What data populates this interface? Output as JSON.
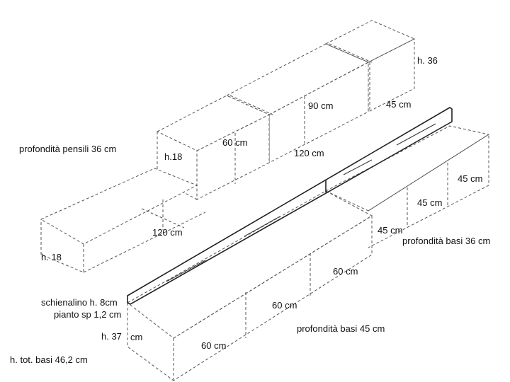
{
  "labels": {
    "h36": "h. 36",
    "w90": "90 cm",
    "w45_top": "45 cm",
    "w60_top": "60 cm",
    "w120_top": "120 cm",
    "h18_top": "h.18",
    "depth_wall": "profondità pensili 36 cm",
    "w120_left": "120 cm",
    "h18_left": "h. 18",
    "w45_r1": "45 cm",
    "w45_r2": "45 cm",
    "w45_r3": "45 cm",
    "depth_base36": "profondità basi 36 cm",
    "w60_mid": "60 cm",
    "w60_center": "60 cm",
    "backrest": "schienalino h. 8cm",
    "top_thickness": "pianto sp 1,2 cm",
    "h37": "h. 37",
    "h37_unit": "cm",
    "w60_bottom": "60 cm",
    "depth_base45": "profondità basi 45 cm",
    "total_height": "h. tot.  basi 46,2 cm"
  }
}
